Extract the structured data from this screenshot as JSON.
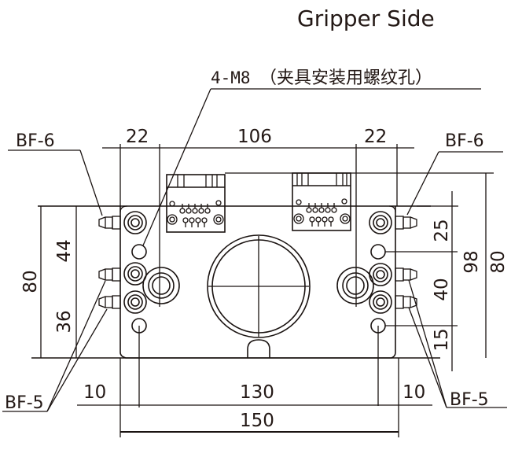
{
  "title": "Gripper Side",
  "callout": {
    "prefix": "4-M8",
    "description": "（夹具安装用螺纹孔）"
  },
  "labels": {
    "fitting_top_left": "BF-6",
    "fitting_top_right": "BF-6",
    "fitting_bottom_left": "BF-5",
    "fitting_bottom_right": "BF-5"
  },
  "dimensions": {
    "top": {
      "left_span": "22",
      "center_span": "106",
      "right_span": "22"
    },
    "bottom": {
      "left_margin": "10",
      "hole_span": "130",
      "right_margin": "10",
      "total_width": "150"
    },
    "left": {
      "overall_height": "80",
      "upper_segment": "44",
      "lower_segment": "36"
    },
    "right": {
      "top_segment": "25",
      "middle_segment": "40",
      "bottom_segment": "15",
      "hole_height": "98",
      "overall_height": "80"
    }
  },
  "colors": {
    "line": "#1a1311",
    "text": "#231815",
    "background": "#ffffff"
  }
}
